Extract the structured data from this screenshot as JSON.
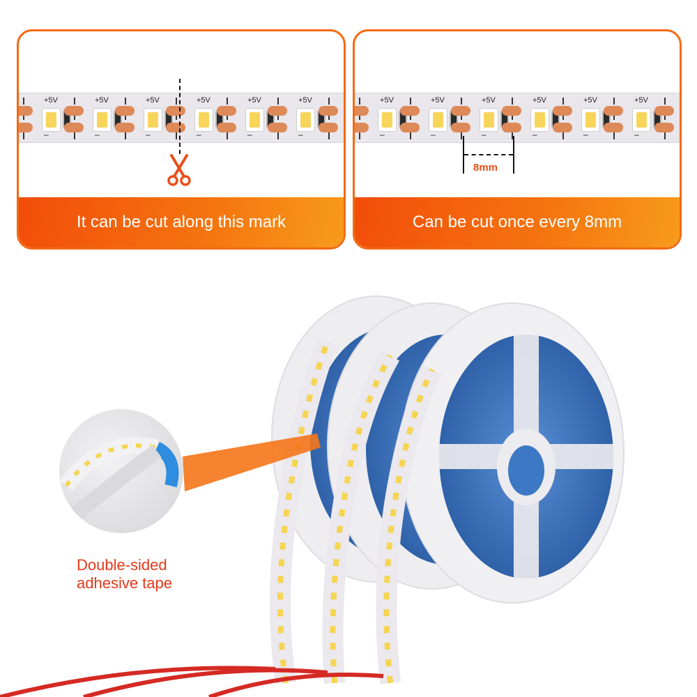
{
  "panels": [
    {
      "caption": "It can be cut along this mark",
      "strip_voltage_label": "+5V",
      "strip_minus_label": "–",
      "marker_icon": "scissors-icon"
    },
    {
      "caption": "Can be cut once every 8mm",
      "strip_voltage_label": "+5V",
      "strip_minus_label": "–",
      "measure_label": "8mm"
    }
  ],
  "scene": {
    "callout_label_line1": "Double-sided",
    "callout_label_line2": "adhesive tape",
    "reel_count": 3
  },
  "colors": {
    "accent_orange": "#f26a12",
    "caption_gradient_start": "#f24d0a",
    "caption_gradient_end": "#f79b1c",
    "label_red": "#e8381a",
    "reel_blue": "#3c78c4"
  }
}
